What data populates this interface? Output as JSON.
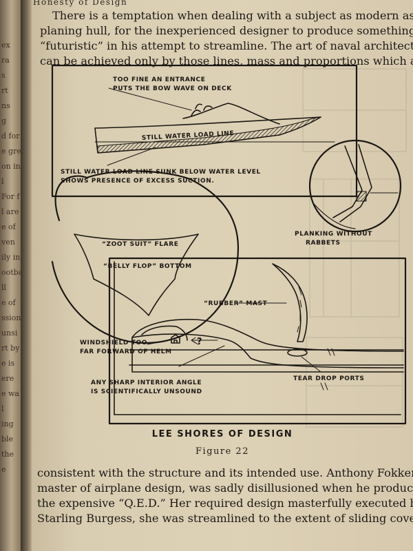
{
  "header": {
    "running_head": "Honesty of Design"
  },
  "left_page_fragments": [
    "ex",
    "ra",
    "s",
    "rt",
    "ns",
    "g",
    "d for",
    "e grew",
    "on in",
    "l",
    "For f",
    "l are",
    "e of",
    "ven",
    "ily in",
    "ootba",
    "ll",
    "e of",
    "ssion",
    "unsi",
    "rt by",
    "e is",
    "ere",
    "e wa",
    "l",
    "ing",
    "ble",
    "the",
    "e"
  ],
  "body_top": [
    "There is a temptation when dealing with a subject as modern as the",
    "planing hull, for the inexperienced designer to produce something",
    "“futuristic” in his attempt to streamline. The art of naval architecture",
    "can be achieved only by those lines, mass and proportions which are"
  ],
  "figure": {
    "labels": {
      "bow_wave_1": "TOO FINE AN ENTRANCE",
      "bow_wave_2": "PUTS THE BOW WAVE ON DECK",
      "load_line": "STILL WATER LOAD LINE",
      "sunk_1": "STILL WATER LOAD LINE SUNK BELOW WATER LEVEL",
      "sunk_2": "SHOWS PRESENCE OF EXCESS SUCTION.",
      "zoot_suit": "“ZOOT SUIT” FLARE",
      "belly_flop": "“BELLY FLOP” BOTTOM",
      "planking_1": "PLANKING WITHOUT",
      "planking_2": "RABBETS",
      "rubber_mast": "“RUBBER” MAST",
      "windshield_1": "WINDSHIELD TOO",
      "windshield_2": "FAR FORWARD OF HELM",
      "question": "?",
      "tear_drop": "TEAR DROP PORTS",
      "sharp_angle_1": "ANY SHARP INTERIOR ANGLE",
      "sharp_angle_2": "IS SCIENTIFICALLY UNSOUND"
    },
    "title": "LEE SHORES OF DESIGN",
    "number": "Figure 22"
  },
  "body_bottom": [
    "consistent with the structure and its intended use. Anthony Fokker,",
    "master of airplane design, was sadly disillusioned when he produced",
    "the expensive “Q.E.D.” Her required design masterfully executed by",
    "Starling Burgess, she was streamlined to the extent of sliding covers"
  ]
}
